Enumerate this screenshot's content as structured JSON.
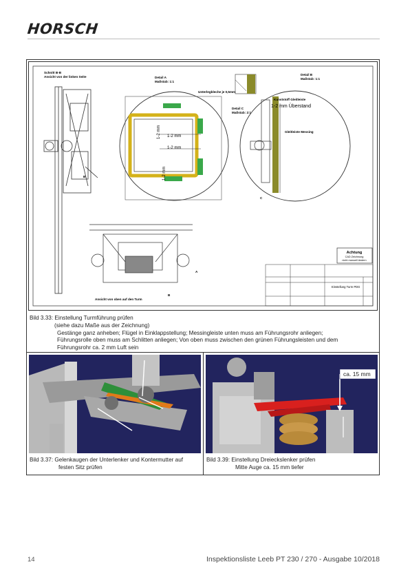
{
  "header": {
    "logo": "HORSCH"
  },
  "drawing": {
    "view_title": "Schnitt B-B",
    "view_subtitle": "Ansicht von der linken Seite",
    "detail_a_title": "Detail A",
    "detail_a_scale": "Maßstab:  1:1",
    "detail_b_title": "Detail B",
    "detail_b_scale": "Maßstab:  1:1",
    "detail_c_title": "Detail C",
    "detail_c_scale": "Maßstab:  2:1",
    "shim_note": "Unterlegbleche je 0,5mm",
    "plastic_strip": "Kunststoff Gleitleiste",
    "overhang": "1-2 mm Überstand",
    "brass_strip": "Gleitleiste Messing",
    "dim_1": "1-2 mm",
    "dim_2": "1-2 mm",
    "dim_3": "1-2 mm",
    "dim_4": "1-2 mm",
    "bottom_view": "Ansicht von oben auf den Turm",
    "label_b1": "B",
    "label_b2": "B",
    "label_a": "A",
    "label_c": "C",
    "notice_title": "Achtung",
    "notice_line1": "CAD Zeichnung",
    "notice_line2": "nicht manuell ändern",
    "title_block_name": "Einstellung Turm PDG"
  },
  "captions": {
    "main_line1": "Bild 3.33: Einstellung Turmführung prüfen",
    "main_line2": "(siehe dazu Maße aus der Zeichnung)",
    "main_line3": "Gestänge ganz anheben; Flügel in Einklappstellung; Messingleiste unten muss am Führungsrohr anliegen;",
    "main_line4": "Führungsrolle oben muss am Schlitten anliegen; Von oben muss zwischen den grünen Führungsleisten und dem",
    "main_line5": "Führungsrohr ca. 2 mm Luft sein",
    "left_line1": "Bild 3.37: Gelenkaugen der Unterlenker und Kontermutter auf",
    "left_line2": "festen Sitz prüfen",
    "right_line1": "Bild 3.39: Einstellung Dreieckslenker prüfen",
    "right_line2": "Mitte Auge ca. 15 mm tiefer",
    "photo_label": "ca. 15 mm"
  },
  "footer": {
    "page_number": "14",
    "doc_title": "Inspektionsliste Leeb PT 230 / 270 - Ausgabe 10/2018"
  },
  "colors": {
    "green": "#3aa84a",
    "yellow": "#e6c21a",
    "olive": "#8a8a2a",
    "red": "#d8201e",
    "navy": "#1e1f57"
  }
}
